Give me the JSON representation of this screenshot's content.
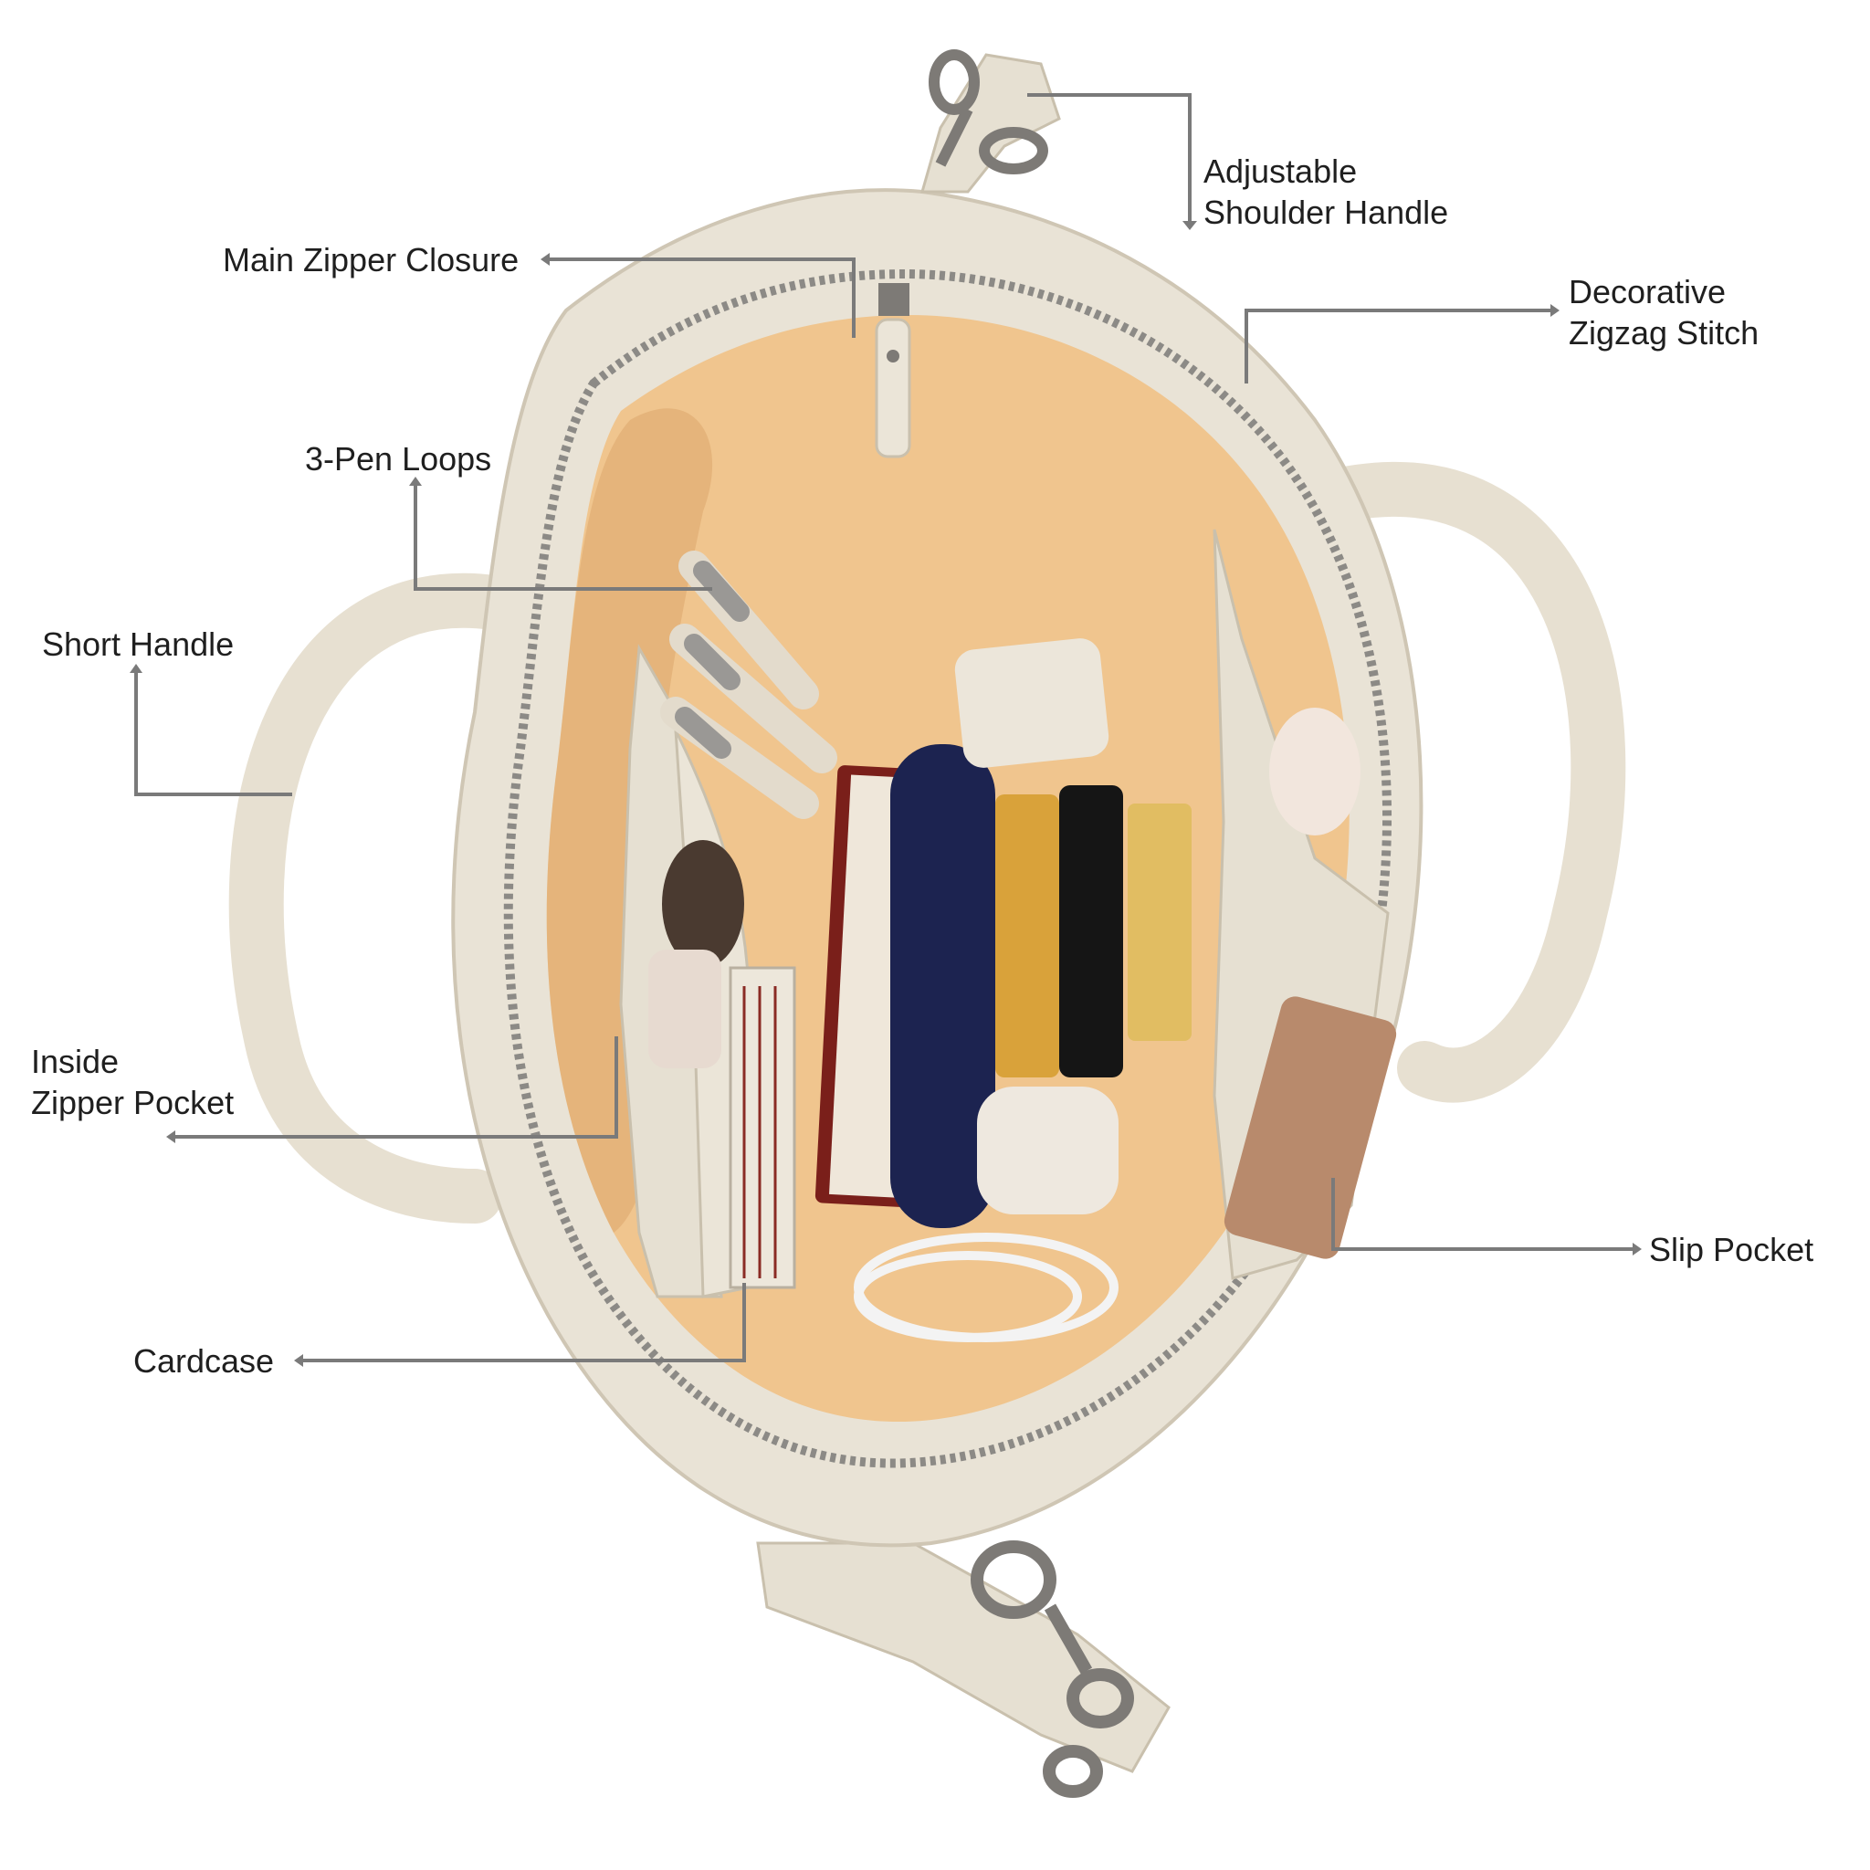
{
  "colors": {
    "background": "#ffffff",
    "leather": "#e9e3d6",
    "leather_shadow": "#cfc6b4",
    "lining": "#f0c58e",
    "lining_shadow": "#d9a468",
    "leader_line": "#7a7a7a",
    "text": "#1f1f1f",
    "hardware": "#7d7a76",
    "notebook_red": "#7a1f1a",
    "case_navy": "#1c2350",
    "lipstick_gold": "#d9a23a"
  },
  "callouts": {
    "adjustable_shoulder_handle": [
      "Adjustable",
      "Shoulder Handle"
    ],
    "main_zipper_closure": "Main Zipper Closure",
    "decorative_zigzag_stitch": [
      "Decorative",
      "Zigzag Stitch"
    ],
    "pen_loops": "3-Pen Loops",
    "short_handle": "Short Handle",
    "inside_zipper_pocket": [
      "Inside",
      "Zipper Pocket"
    ],
    "slip_pocket": "Slip Pocket",
    "cardcase": "Cardcase"
  }
}
